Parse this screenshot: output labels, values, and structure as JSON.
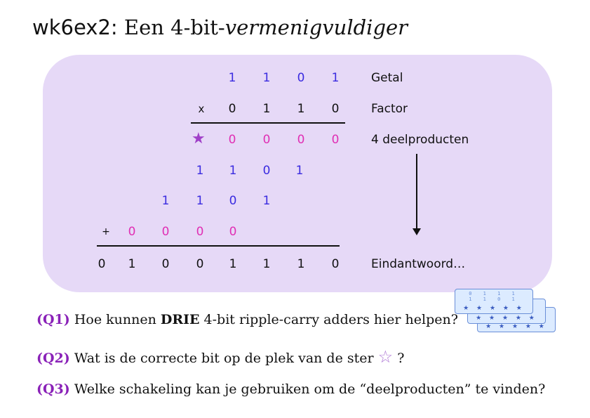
{
  "title": {
    "code": "wk6ex2:",
    "prefix": "Een 4-bit-",
    "italic": "vermenigvuldiger"
  },
  "mult": {
    "getal": [
      "1",
      "1",
      "0",
      "1"
    ],
    "factor_sign": "x",
    "factor": [
      "0",
      "1",
      "1",
      "0"
    ],
    "pp1": [
      "0",
      "0",
      "0",
      "0"
    ],
    "pp2": [
      "1",
      "1",
      "0",
      "1"
    ],
    "pp3": [
      "1",
      "1",
      "0",
      "1"
    ],
    "plus_sign": "+",
    "pp4": [
      "0",
      "0",
      "0",
      "0"
    ],
    "result": [
      "0",
      "1",
      "0",
      "0",
      "1",
      "1",
      "1",
      "0"
    ]
  },
  "labels": {
    "getal": "Getal",
    "factor": "Factor",
    "deelproducten": "4 deelproducten",
    "eind": "Eindantwoord…"
  },
  "questions": {
    "q1_num": "(Q1)",
    "q1_a": "Hoe kunnen ",
    "q1_bold": "DRIE",
    "q1_b": " 4-bit ripple-carry adders hier helpen?",
    "q2_num": "(Q2)",
    "q2_a": "Wat is de correcte bit op de plek van de ster",
    "q2_b": " ?",
    "q3_num": "(Q3)",
    "q3_text": "Welke schakeling kan je gebruiken om de “deelproducten” te vinden?"
  },
  "icon": {
    "card_bits": [
      "0 1 1 1",
      "1 1 0 1"
    ],
    "card_stars": "★ ★ ★ ★ ★"
  },
  "colors": {
    "panel": "#e6d9f7",
    "blue_digit": "#3a2be0",
    "pink_digit": "#e02fb4",
    "question_num": "#8a22b8",
    "star": "#a040c8"
  }
}
